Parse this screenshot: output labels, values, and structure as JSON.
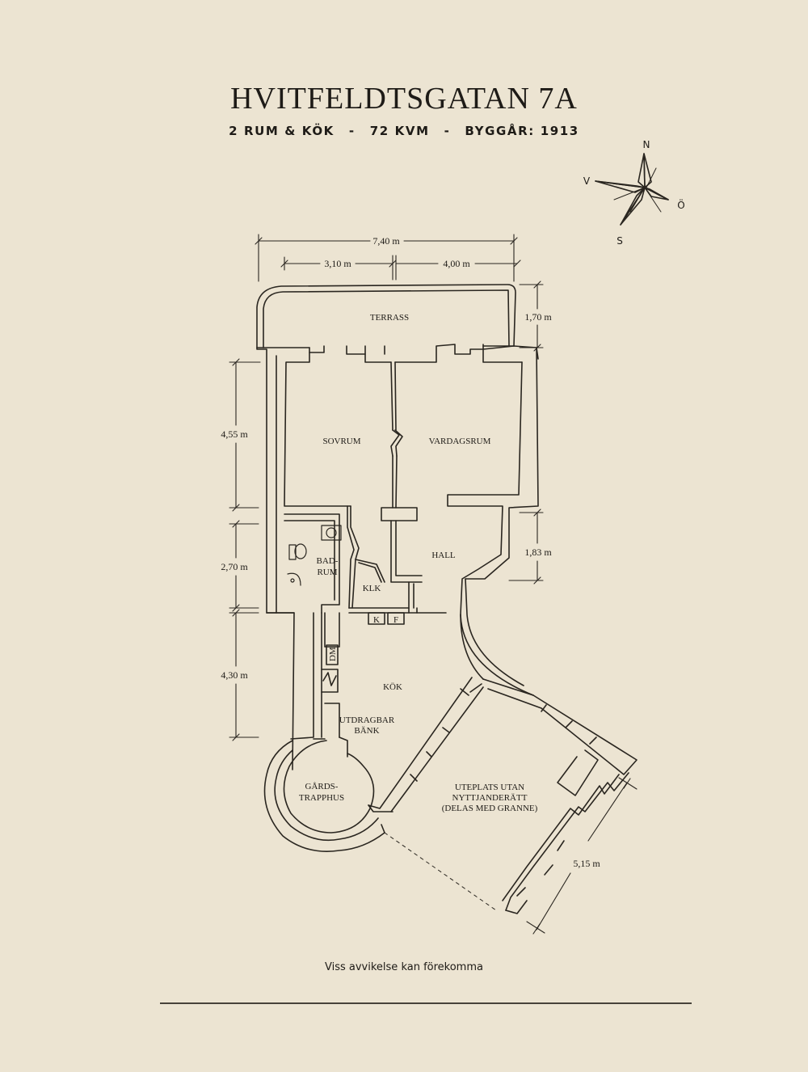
{
  "header": {
    "title": "HVITFELDTSGATAN 7A",
    "rooms": "2 RUM & KÖK",
    "area": "72 KVM",
    "built": "BYGGÅR: 1913",
    "separator": "-"
  },
  "compass": {
    "n": "N",
    "s": "S",
    "e": "Ö",
    "w": "V"
  },
  "rooms": {
    "terrass": "TERRASS",
    "sovrum": "SOVRUM",
    "vardagsrum": "VARDAGSRUM",
    "hall": "HALL",
    "badrum_1": "BAD-",
    "badrum_2": "RUM",
    "klk": "KLK",
    "kok": "KÖK",
    "utdrag_1": "UTDRAGBAR",
    "utdrag_2": "BÄNK",
    "trapp_1": "GÅRDS-",
    "trapp_2": "TRAPPHUS",
    "ute_1": "UTEPLATS UTAN",
    "ute_2": "NYTTJANDERÄTT",
    "ute_3": "(DELAS MED GRANNE)",
    "k": "K",
    "f": "F",
    "dm": "DM"
  },
  "dimensions": {
    "total_width": "7,40 m",
    "left_width": "3,10 m",
    "right_width": "4,00 m",
    "terrace_depth": "1,70 m",
    "bedroom_depth": "4,55 m",
    "bath_depth": "2,70 m",
    "kitchen_depth": "4,30 m",
    "hall_depth": "1,83 m",
    "patio_length": "5,15 m"
  },
  "footer": {
    "disclaimer": "Viss avvikelse kan förekomma"
  }
}
